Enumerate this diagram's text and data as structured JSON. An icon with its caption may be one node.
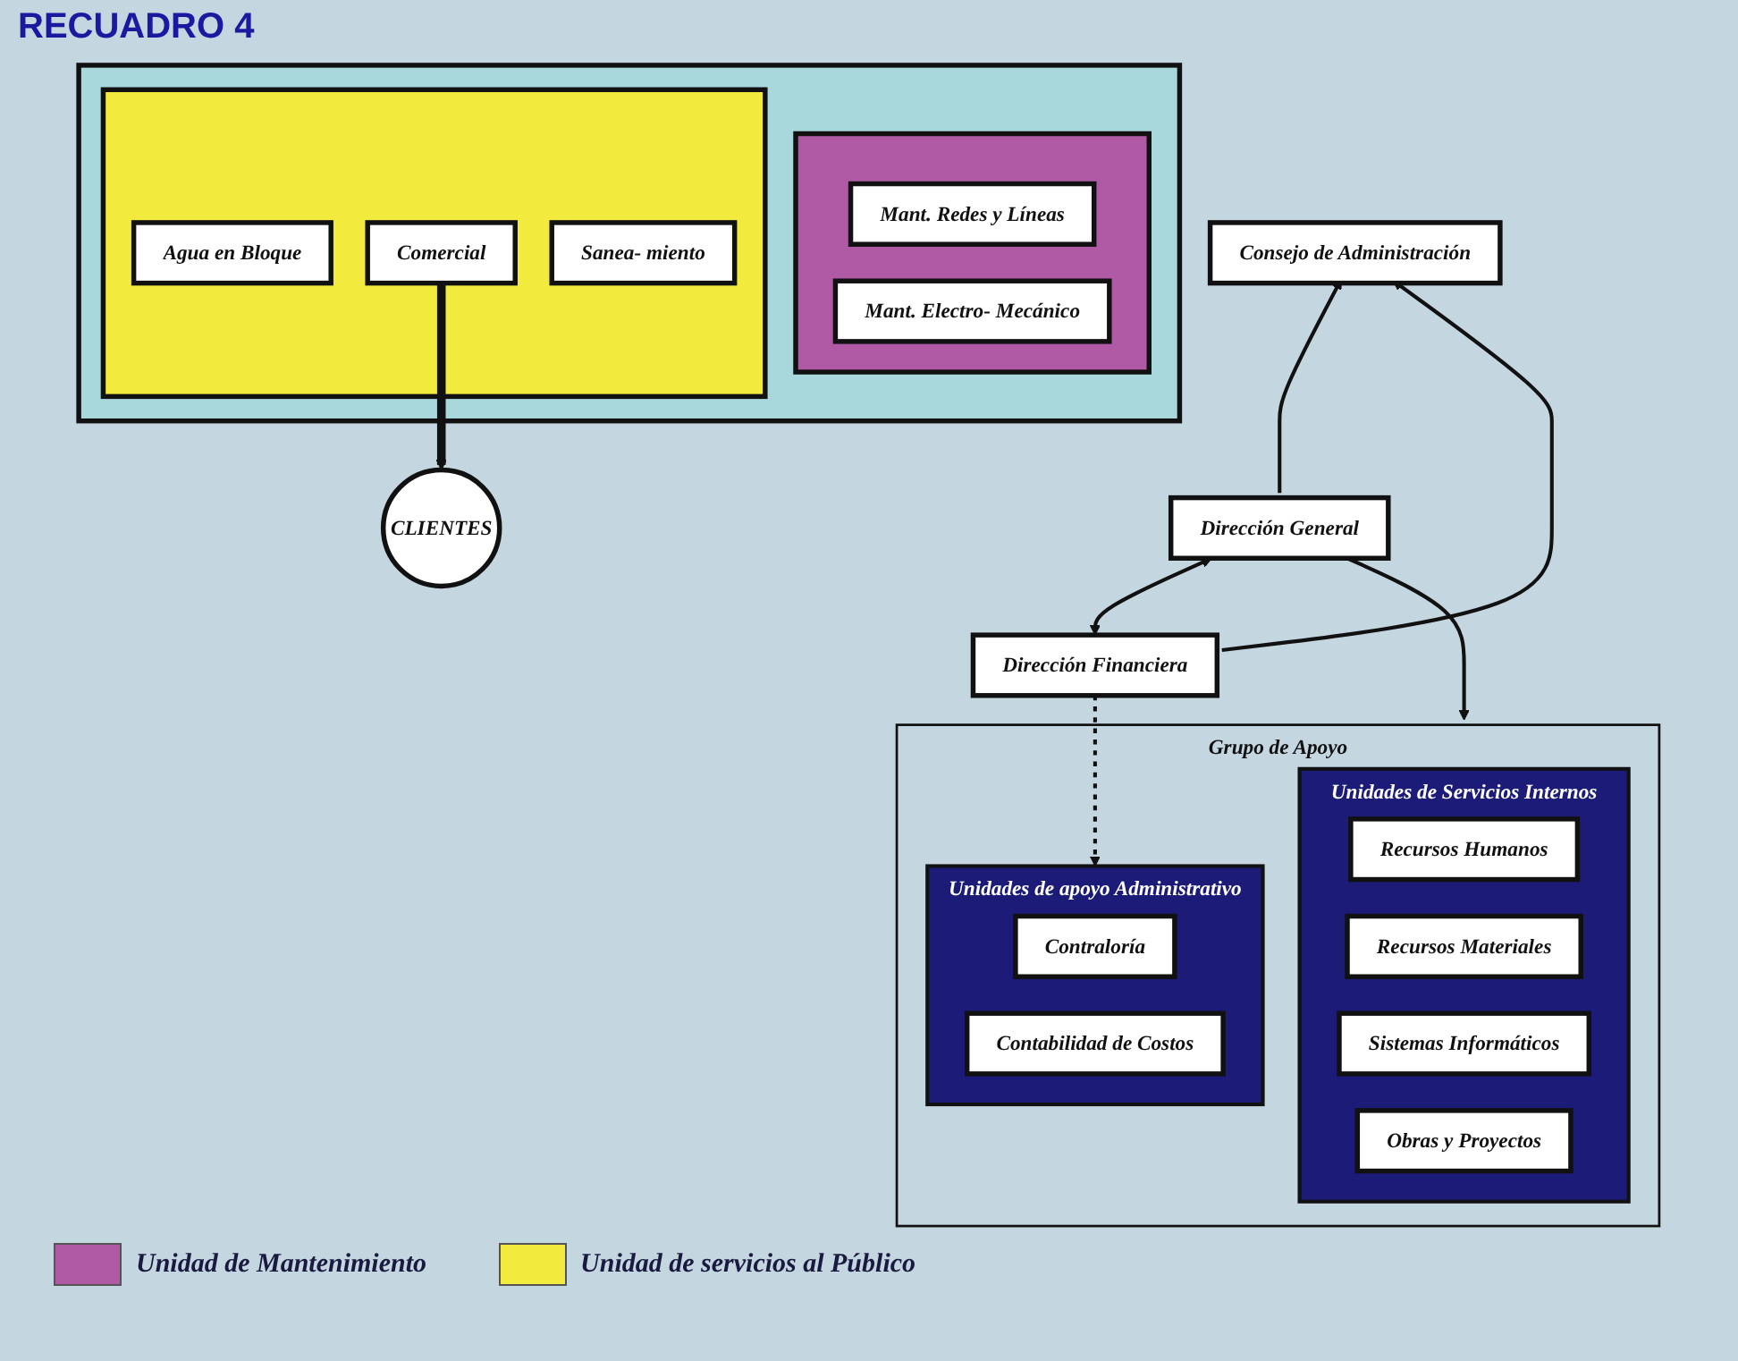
{
  "diagram": {
    "title": "RECUADRO 4",
    "nodes": [
      {
        "text": [
          "Consejo de Administración"
        ]
      },
      {
        "text": [
          "Dirección General"
        ]
      },
      {
        "text": [
          "Dirección Financiera"
        ]
      },
      {
        "text": [
          "Grupo de Apoyo"
        ]
      },
      {
        "text": [
          "Unidades de apoyo Administrativo"
        ],
        "in": 3
      },
      {
        "text": [
          "Contraloría"
        ],
        "in": 4
      },
      {
        "text": [
          "Contabilidad de Costos"
        ],
        "in": 4
      },
      {
        "text": [
          "Unidades de Servicios Internos"
        ],
        "in": 3
      },
      {
        "text": [
          "Recursos Humanos"
        ],
        "in": 7
      },
      {
        "text": [
          "Recursos Materiales"
        ],
        "in": 7
      },
      {
        "text": [
          "Sistemas Informáticos"
        ],
        "in": 7
      },
      {
        "text": [
          "Obras y Proyectos"
        ],
        "in": 7
      },
      {
        "text": [],
        "shape": "box"
      },
      {
        "text": [],
        "shape": "box",
        "in": 12
      },
      {
        "text": [
          "Mant. Redes y Líneas"
        ],
        "in": 13
      },
      {
        "text": [
          "Mant. Electro- Mecánico"
        ],
        "in": 13
      },
      {
        "text": [],
        "shape": "box",
        "in": 12
      },
      {
        "text": [
          "Agua en Bloque"
        ],
        "in": 16
      },
      {
        "text": [
          "Comercial"
        ],
        "in": 16
      },
      {
        "text": [
          "Sanea- miento"
        ],
        "in": 16
      },
      {
        "text": [
          "CLIENTES"
        ]
      }
    ],
    "edges": [
      {
        "from": 1,
        "to": 0,
        "arrow": "to"
      },
      {
        "from": 2,
        "to": 0,
        "arrow": "to"
      },
      {
        "from": 1,
        "to": 2,
        "arrow": "both"
      },
      {
        "from": 1,
        "to": 3,
        "arrow": "to"
      },
      {
        "from": 2,
        "to": 4,
        "arrow": "to",
        "style": "dashed"
      },
      {
        "from": 18,
        "to": 20,
        "arrow": "to",
        "style": "thick"
      }
    ],
    "legend": [
      {
        "text": "Unidad de Mantenimiento",
        "color": "#b05aa6"
      },
      {
        "text": "Unidad de servicios al Público",
        "color": "#f2ea3c"
      }
    ]
  }
}
